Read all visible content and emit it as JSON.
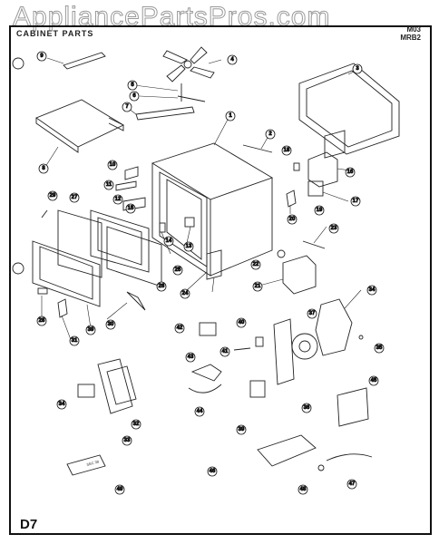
{
  "watermark": "AppliancePartsPros.com",
  "header": {
    "left_text": "CABINET PARTS",
    "right_line1": "M03",
    "right_line2": "MRB2"
  },
  "page_code": "D7",
  "part_label": "SEC 38",
  "callouts": [
    "1",
    "2",
    "3",
    "4",
    "5",
    "6",
    "7",
    "8",
    "9",
    "10",
    "11",
    "12",
    "13",
    "14",
    "15",
    "16",
    "17",
    "18",
    "19",
    "20",
    "21",
    "22",
    "23",
    "24",
    "25",
    "26",
    "27",
    "28",
    "29",
    "30",
    "31",
    "32",
    "33",
    "34",
    "35",
    "36",
    "37",
    "38",
    "39",
    "40",
    "41",
    "42",
    "43",
    "44",
    "45",
    "46",
    "47",
    "48",
    "49",
    "50"
  ]
}
